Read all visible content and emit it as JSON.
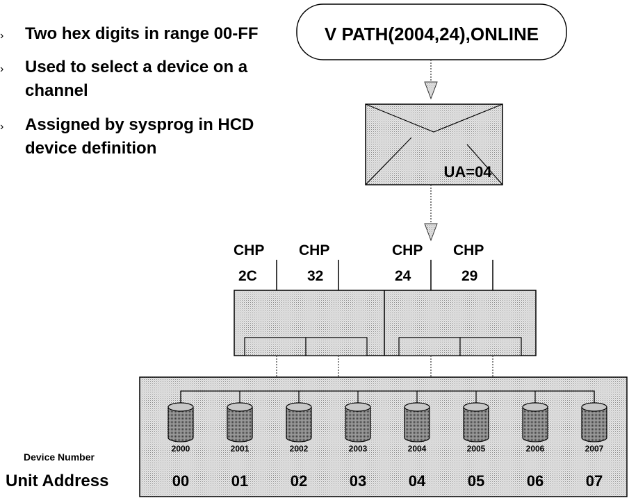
{
  "bullets": [
    "Two hex digits in range 00-FF",
    "Used to select a device on  a",
    "channel",
    "Assigned by sysprog in HCD",
    "device definition"
  ],
  "command": "V PATH(2004,24),ONLINE",
  "envelope_label": "UA=04",
  "chpids": [
    {
      "line1": "CHP",
      "line2": "2C"
    },
    {
      "line1": "CHP",
      "line2": "32"
    },
    {
      "line1": "CHP",
      "line2": "24"
    },
    {
      "line1": "CHP",
      "line2": "29"
    }
  ],
  "row_labels": {
    "device_number": "Device Number",
    "unit_address": "Unit Address"
  },
  "devices": [
    {
      "number": "2000",
      "ua": "00"
    },
    {
      "number": "2001",
      "ua": "01"
    },
    {
      "number": "2002",
      "ua": "02"
    },
    {
      "number": "2003",
      "ua": "03"
    },
    {
      "number": "2004",
      "ua": "04"
    },
    {
      "number": "2005",
      "ua": "05"
    },
    {
      "number": "2006",
      "ua": "06"
    },
    {
      "number": "2007",
      "ua": "07"
    }
  ],
  "colors": {
    "shade": "#dcdcdc",
    "line": "#000000",
    "cylinder_dark": "#6e6e6e",
    "cylinder_light": "#c8c8c8"
  }
}
